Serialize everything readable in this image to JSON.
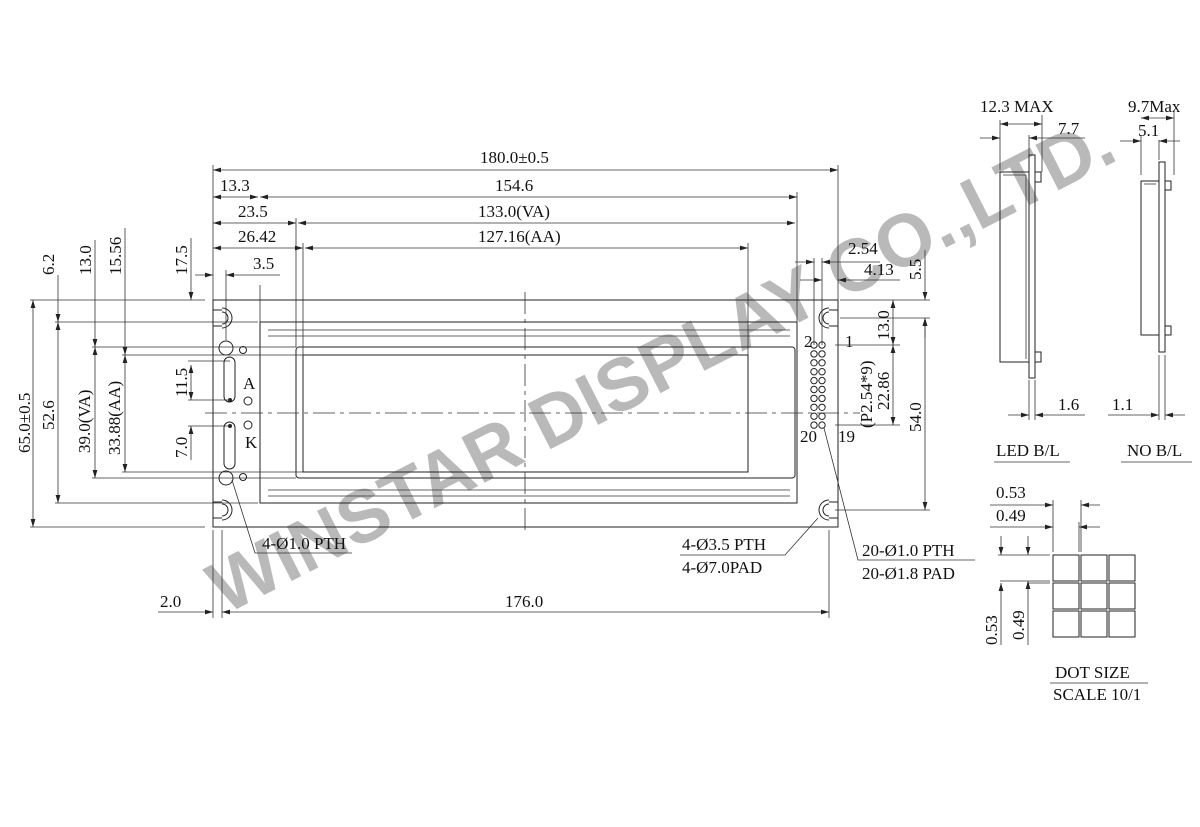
{
  "watermark": "WINSTAR DISPLAY CO.,LTD.",
  "front_view": {
    "dims_top": {
      "overall_width": "180.0±0.5",
      "pcb_hole_to_va": "13.3",
      "width_154": "154.6",
      "va_offset": "23.5",
      "va_width": "133.0(VA)",
      "aa_offset": "26.42",
      "aa_width": "127.16(AA)",
      "hole_offset": "3.5",
      "pin_pitch": "2.54",
      "pin_offset": "4.13",
      "hole_top_right": "5.5"
    },
    "dims_left": {
      "overall_height": "65.0±0.5",
      "hole_pitch_v": "52.6",
      "va_height": "39.0(VA)",
      "aa_height": "33.88(AA)",
      "top_6_2": "6.2",
      "top_13_0": "13.0",
      "top_15_56": "15.56",
      "top_17_5": "17.5",
      "led_a": "11.5",
      "led_k": "7.0"
    },
    "dims_right": {
      "pin_top": "13.0",
      "pin_span": "22.86",
      "pin_pitch_note": "(P2.54*9)",
      "hole_pitch": "54.0"
    },
    "dims_bottom": {
      "hole_edge": "2.0",
      "hole_pitch_h": "176.0"
    },
    "labels": {
      "anode": "A",
      "cathode": "K",
      "pin_2": "2",
      "pin_1": "1",
      "pin_20": "20",
      "pin_19": "19"
    },
    "callouts": {
      "led_pth": "4-Ø1.0 PTH",
      "mount_pth": "4-Ø3.5 PTH",
      "mount_pad": "4-Ø7.0PAD",
      "pin_pth": "20-Ø1.0 PTH",
      "pin_pad": "20-Ø1.8 PAD"
    }
  },
  "side_views": {
    "led": {
      "thickness": "12.3 MAX",
      "depth": "7.7",
      "pcb": "1.6",
      "title": "LED B/L"
    },
    "no_bl": {
      "thickness": "9.7Max",
      "depth": "5.1",
      "pcb": "1.1",
      "title": "NO B/L"
    }
  },
  "dot_size": {
    "pitch_h": "0.53",
    "dot_h": "0.49",
    "pitch_v": "0.53",
    "dot_v": "0.49",
    "title": "DOT SIZE",
    "scale": "SCALE 10/1",
    "rows": 3,
    "cols": 3
  }
}
